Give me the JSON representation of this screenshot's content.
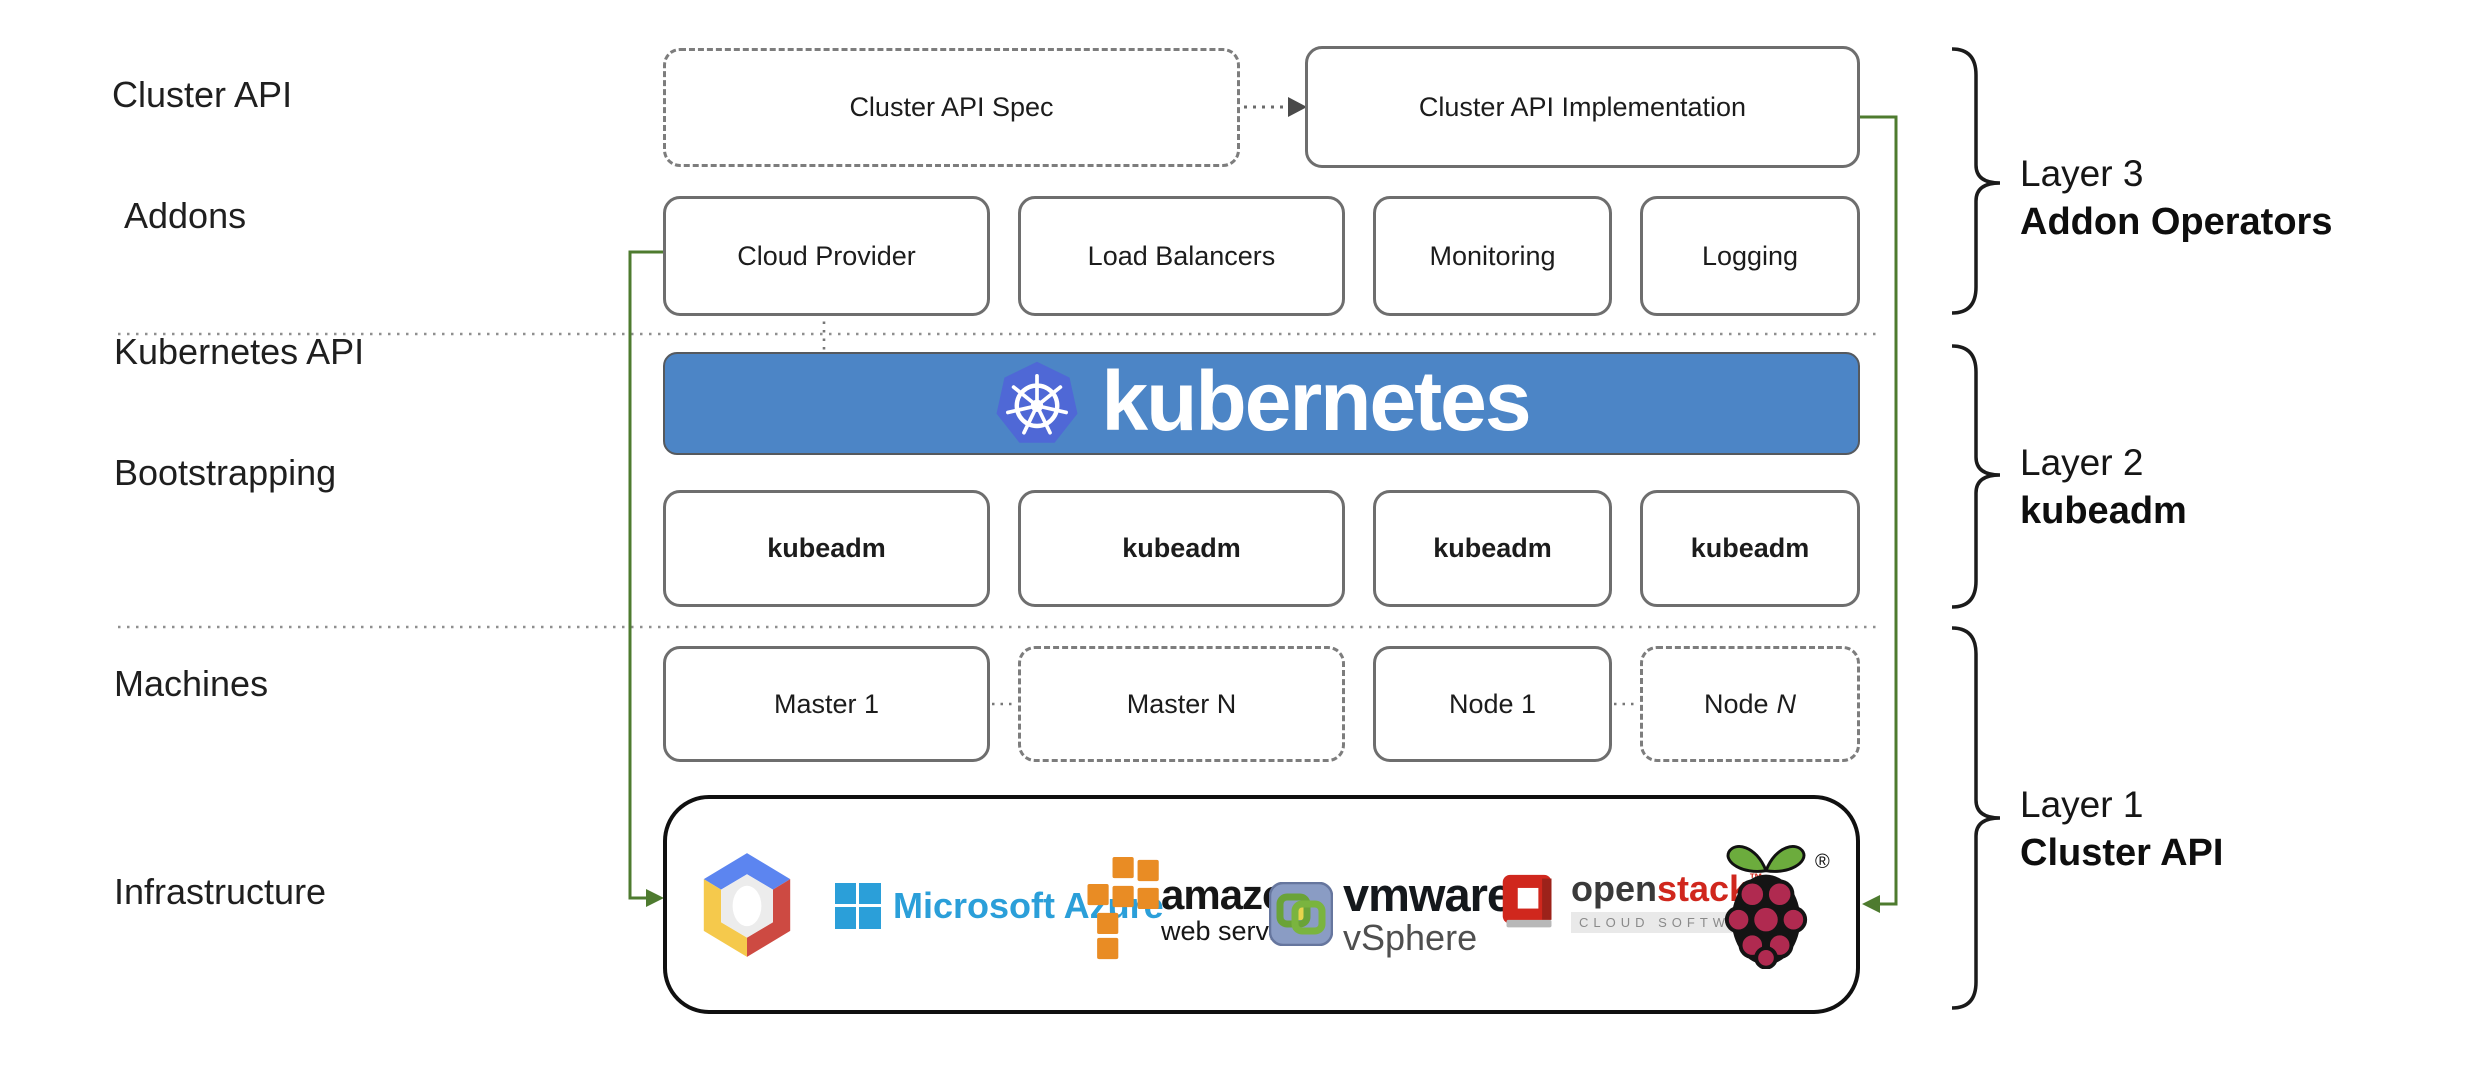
{
  "row_labels": {
    "cluster_api": "Cluster API",
    "addons": "Addons",
    "kubernetes_api": "Kubernetes API",
    "bootstrapping": "Bootstrapping",
    "machines": "Machines",
    "infrastructure": "Infrastructure"
  },
  "top_row": {
    "spec": "Cluster API Spec",
    "implementation": "Cluster API Implementation"
  },
  "addons": {
    "cloud_provider": "Cloud Provider",
    "load_balancers": "Load Balancers",
    "monitoring": "Monitoring",
    "logging": "Logging"
  },
  "kubernetes_banner": {
    "wordmark": "kubernetes"
  },
  "bootstrapping": {
    "kubeadm_1": "kubeadm",
    "kubeadm_2": "kubeadm",
    "kubeadm_3": "kubeadm",
    "kubeadm_4": "kubeadm"
  },
  "machines": {
    "master_1": "Master 1",
    "master_n": "Master N",
    "node_1": "Node 1",
    "node_n_prefix": "Node",
    "node_n_suffix": "N"
  },
  "infrastructure": {
    "azure_label": "Microsoft Azure",
    "aws_line1": "amazon",
    "aws_line2": "web services",
    "vmware_line1": "vmware",
    "vmware_line2": "vSphere",
    "openstack_part1": "open",
    "openstack_part2": "stack",
    "openstack_tm": "™",
    "openstack_subtitle": "CLOUD SOFTWARE",
    "raspberry_registered": "®"
  },
  "layers": {
    "layer3_title": "Layer 3",
    "layer3_subtitle": "Addon Operators",
    "layer2_title": "Layer 2",
    "layer2_subtitle": "kubeadm",
    "layer1_title": "Layer 1",
    "layer1_subtitle": "Cluster API"
  },
  "colors": {
    "connector_green": "#4e7b2f",
    "banner_blue": "#4c85c6",
    "kubernetes_logo_blue": "#4f68d6",
    "azure_blue": "#2b9fd9",
    "aws_orange": "#e98c24",
    "openstack_red": "#d0271d",
    "raspberry_crimson": "#b02a50",
    "raspberry_leaf_green": "#6cac3d",
    "gcp_blue": "#5c85f0",
    "gcp_red": "#cd4a42",
    "gcp_yellow": "#f5c94c"
  }
}
